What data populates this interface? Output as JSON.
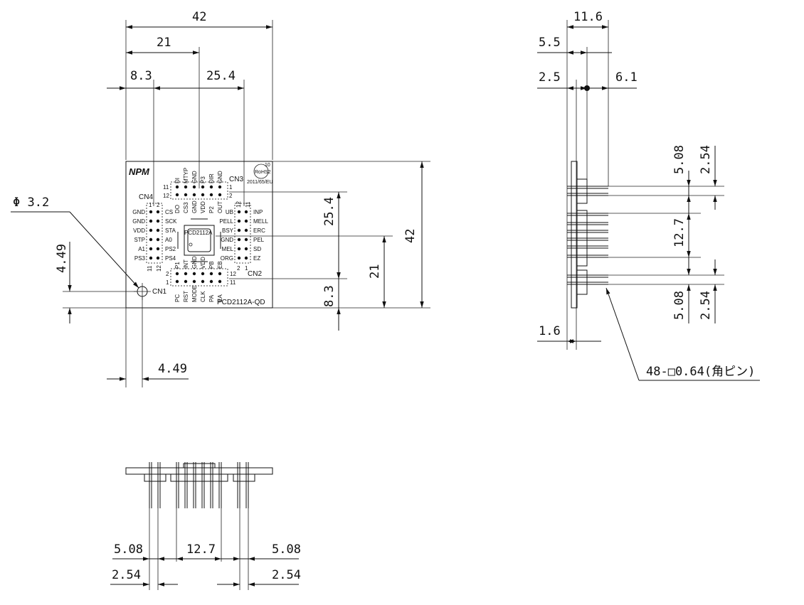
{
  "top_view": {
    "dims": {
      "width_42": "42",
      "half_21": "21",
      "offset_8_3": "8.3",
      "span_25_4": "25.4",
      "hole_dia": "Φ 3.2",
      "hole_y": "4.49",
      "hole_x": "4.49",
      "right_25_4": "25.4",
      "right_42": "42",
      "right_21": "21",
      "right_8_3": "8.3"
    },
    "logo": "NPM",
    "rohs_line1": "RoHS2",
    "rohs_line2": "10",
    "rohs_date": "2011/65/EU",
    "chip_label": "PCD2112A",
    "part_number": "PCD2112A-QD",
    "connectors": {
      "cn1": "CN1",
      "cn2": "CN2",
      "cn3": "CN3",
      "cn4": "CN4"
    },
    "pin_numbers": {
      "p1": "1",
      "p2": "2",
      "p11": "11",
      "p12": "12"
    },
    "cn4_left": [
      "GND",
      "GND",
      "VDD",
      "STP",
      "A1",
      "PS3"
    ],
    "cn4_right": [
      "CS",
      "SCK",
      "STA",
      "A0",
      "PS2",
      "PS4"
    ],
    "cn2_left": [
      "UB",
      "PELL",
      "BSY",
      "GND",
      "MEL",
      "ORG"
    ],
    "cn2_right": [
      "INP",
      "MELL",
      "ERC",
      "PEL",
      "SD",
      "EZ"
    ],
    "cn3_top": [
      "DI",
      "MTYP",
      "GND",
      "P3",
      "DIR",
      "GND"
    ],
    "cn3_bottom": [
      "DO",
      "CS3",
      "GND",
      "VDD",
      "P2",
      "OUT"
    ],
    "cn1_top": [
      "P1",
      "INT",
      "GND",
      "VDD",
      "PB",
      "EB"
    ],
    "cn1_bottom": [
      "PC",
      "RST",
      "MODE",
      "CLK",
      "PA",
      "EA"
    ]
  },
  "side_view": {
    "dims": {
      "d11_6": "11.6",
      "d5_5": "5.5",
      "d2_5": "2.5",
      "d6_1": "6.1",
      "d5_08_top": "5.08",
      "d2_54_top": "2.54",
      "d12_7": "12.7",
      "d5_08_bot": "5.08",
      "d2_54_bot": "2.54",
      "d1_6": "1.6"
    },
    "pin_note": "48-□0.64(角ピン)"
  },
  "front_view": {
    "dims": {
      "left_5_08": "5.08",
      "left_2_54": "2.54",
      "mid_12_7": "12.7",
      "right_5_08": "5.08",
      "right_2_54": "2.54"
    }
  }
}
